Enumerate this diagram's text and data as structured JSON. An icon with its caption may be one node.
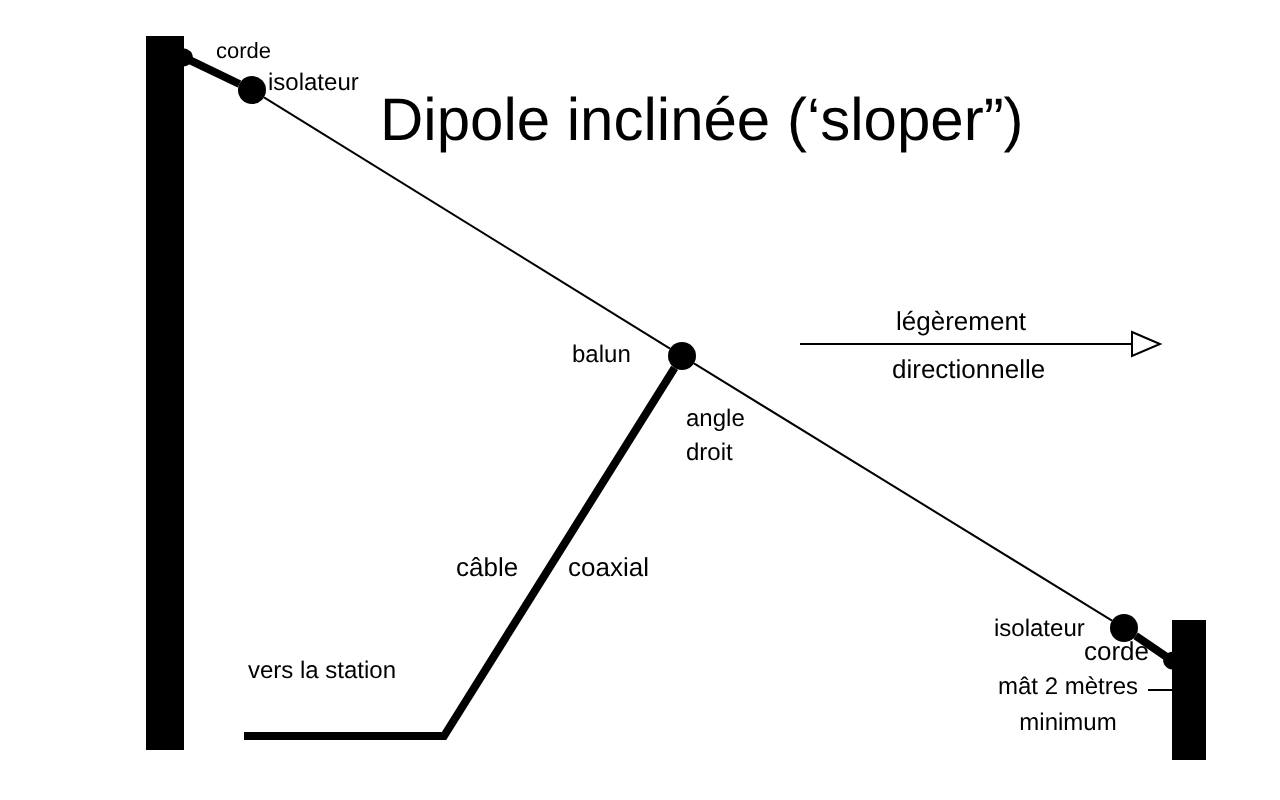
{
  "diagram": {
    "title": "Dipole inclinée (‘sloper”)",
    "nodes": [
      {
        "text": [],
        "shape": "bar"
      },
      {
        "text": [],
        "shape": "circle",
        "beside": [
          "isolateur"
        ]
      },
      {
        "text": [],
        "shape": "circle",
        "beside": [
          "balun"
        ]
      },
      {
        "text": [],
        "shape": "circle",
        "beside": [
          "isolateur"
        ]
      },
      {
        "text": [],
        "shape": "bar"
      },
      {
        "text": [
          "mât 2 mètres minimum"
        ]
      },
      {
        "text": [
          "vers la station"
        ]
      }
    ],
    "edges": [
      {
        "from": 1,
        "to": 0,
        "arrow": "other",
        "style": "thick"
      },
      {
        "from": 1,
        "to": 2,
        "arrow": "none"
      },
      {
        "from": 2,
        "to": 3,
        "arrow": "none"
      },
      {
        "from": 3,
        "to": 4,
        "arrow": "other",
        "style": "thick"
      },
      {
        "from": 2,
        "to": 6,
        "arrow": "none",
        "style": "thick"
      },
      {
        "from": 5,
        "to": 4,
        "arrow": "none"
      }
    ],
    "labels": [
      "corde",
      "angle droit",
      "câble",
      "coaxial",
      "légèrement",
      "directionnelle",
      "corde"
    ]
  }
}
